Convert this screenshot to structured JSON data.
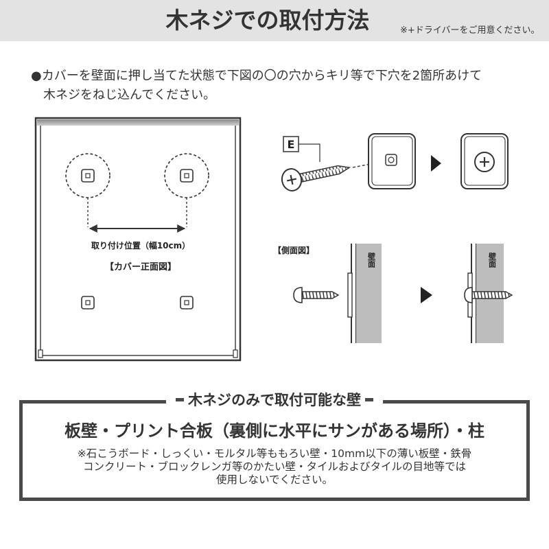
{
  "header": {
    "title": "木ネジでの取付方法",
    "note": "※+ドライバーをご用意ください。"
  },
  "instruction": {
    "line1": "●カバーを壁面に押し当てた状態で下図の〇の穴からキリ等で下穴を2箇所あけて",
    "line2": "木ネジをねじ込んでください。"
  },
  "front_view": {
    "position_label": "取り付け位置（幅10cm）",
    "caption": "【カバー正面図】"
  },
  "screw_steps": {
    "part_label": "E"
  },
  "side_view": {
    "caption": "【側面図】",
    "wall_label": "壁面"
  },
  "compatible_walls": {
    "title": "木ネジのみで取付可能な壁",
    "walls": "板壁・プリント合板（裏側に水平にサンがある場所）・柱",
    "warning": [
      "※石こうボード・しっくい・モルタル等ももろい壁・10mm以下の薄い板壁・鉄骨",
      "コンクリート・ブロックレンガ等のかたい壁・タイルおよびタイルの目地等では",
      "使用しないでください。"
    ]
  },
  "colors": {
    "header_bg": "#e3e3e3",
    "border": "#4a4a4a",
    "wall": "#bdbdbd"
  }
}
